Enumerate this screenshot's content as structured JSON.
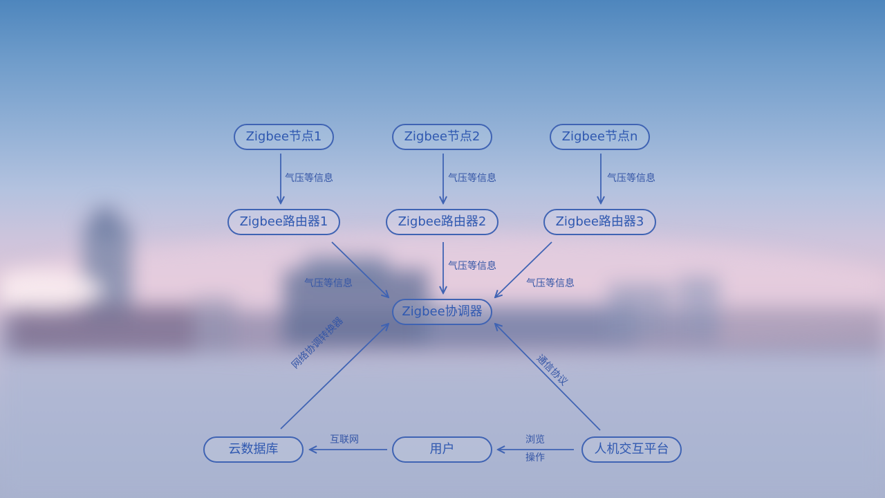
{
  "nodes": {
    "zigbee_node_1": "Zigbee节点1",
    "zigbee_node_2": "Zigbee节点2",
    "zigbee_node_n": "Zigbee节点n",
    "zigbee_router_1": "Zigbee路由器1",
    "zigbee_router_2": "Zigbee路由器2",
    "zigbee_router_3": "Zigbee路由器3",
    "zigbee_coordinator": "Zigbee协调器",
    "cloud_database": "云数据库",
    "user": "用户",
    "hmi_platform": "人机交互平台"
  },
  "edge_labels": {
    "node1_to_router1": "气压等信息",
    "node2_to_router2": "气压等信息",
    "noden_to_router3": "气压等信息",
    "router1_to_coordinator": "气压等信息",
    "router2_to_coordinator": "气压等信息",
    "router3_to_coordinator": "气压等信息",
    "coordinator_cloud": "网络协调转换器",
    "coordinator_platform": "通信协议",
    "user_cloud": "互联网",
    "user_platform_line1": "浏览",
    "user_platform_line2": "操作"
  },
  "colors": {
    "stroke": "#3f63b3",
    "text": "#2f58b0"
  }
}
